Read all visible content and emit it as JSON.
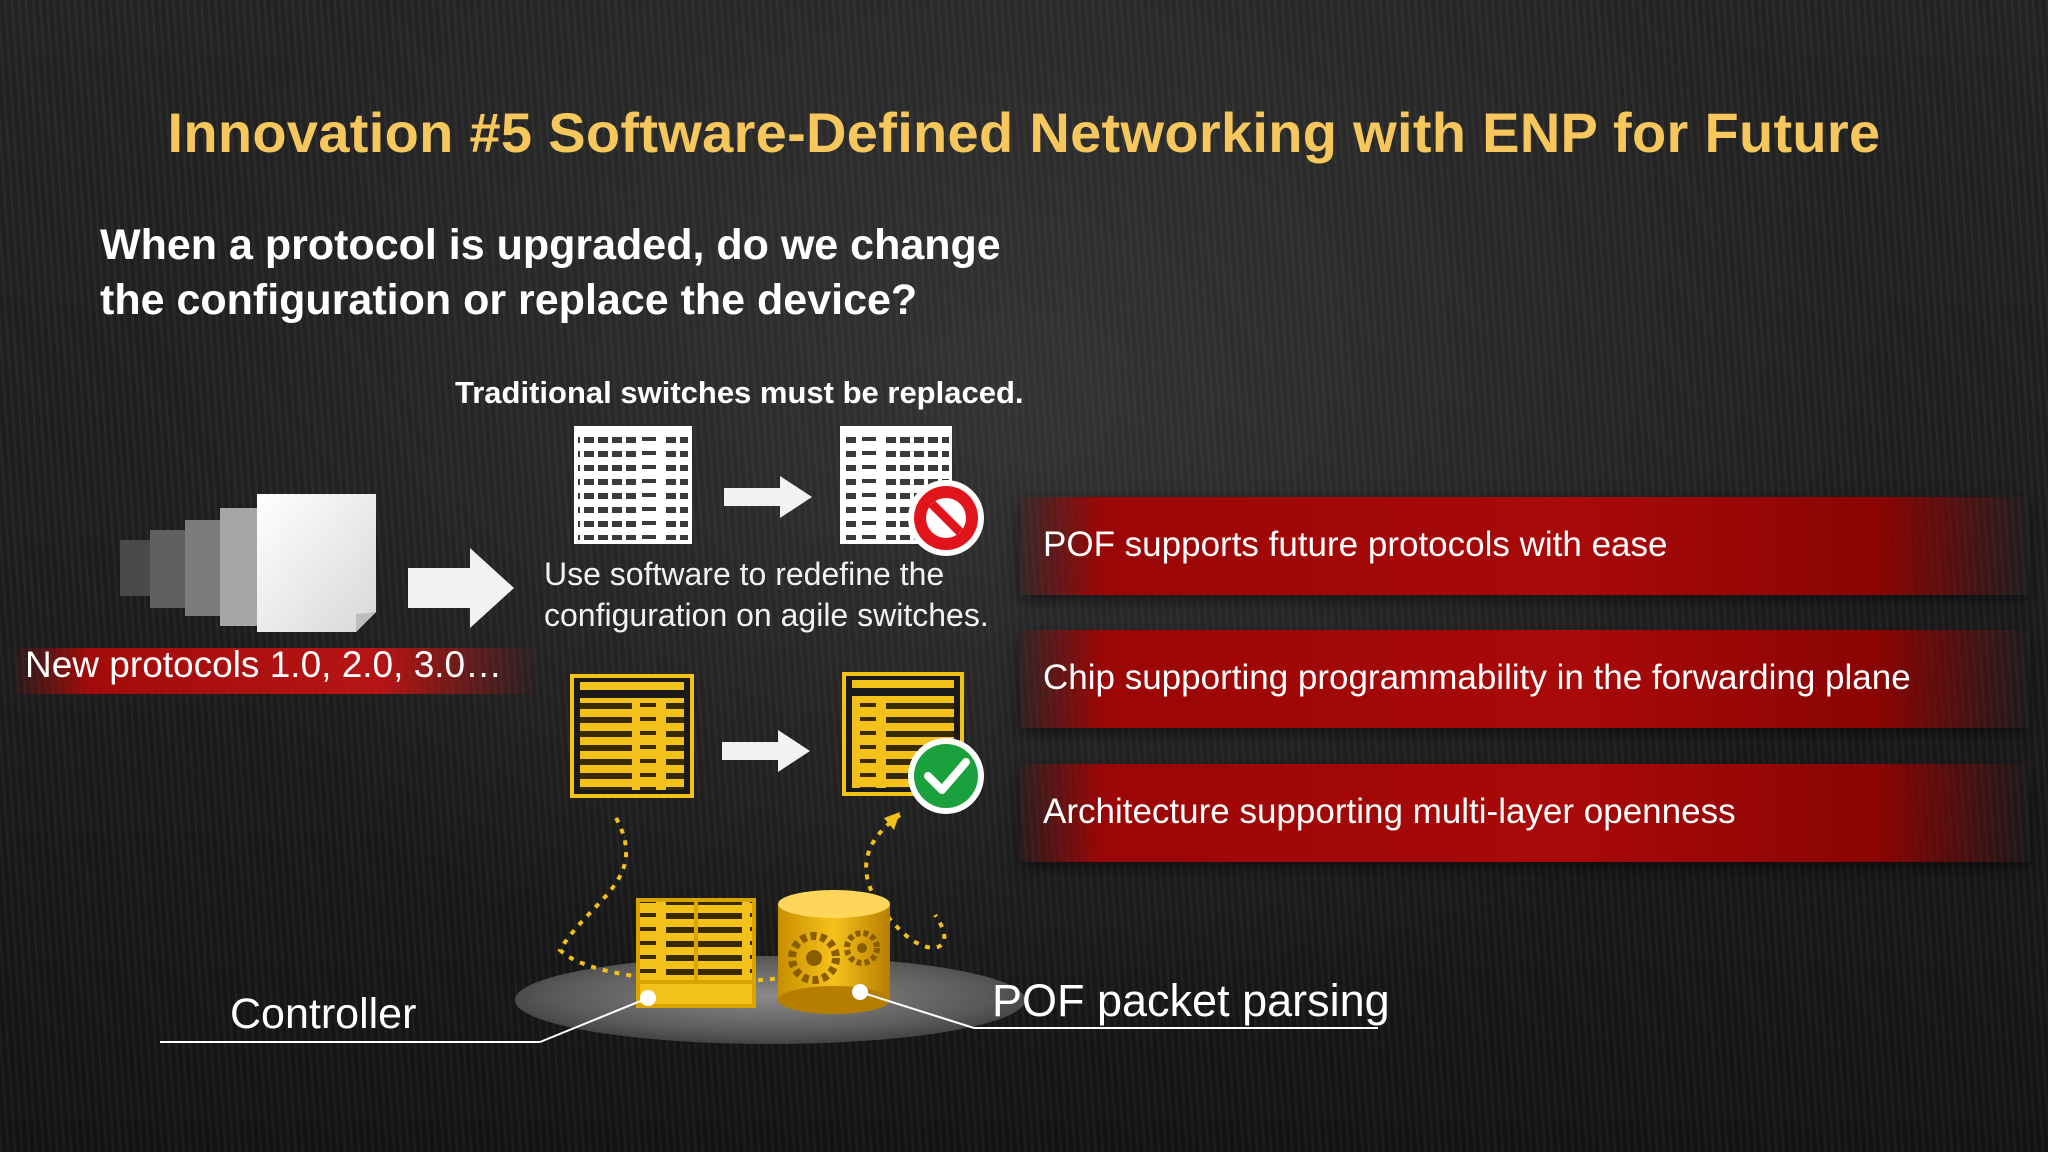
{
  "slide": {
    "title": "Innovation #5 Software-Defined Networking with ENP for Future",
    "question_line1": "When a protocol is upgraded, do we change",
    "question_line2": "the configuration or replace the device?",
    "traditional_label": "Traditional switches must be replaced.",
    "software_line1": "Use software to redefine the",
    "software_line2": "configuration on agile switches.",
    "protocols_label": "New protocols 1.0, 2.0, 3.0…",
    "controller_label": "Controller",
    "pof_parsing_label": "POF packet parsing"
  },
  "features": [
    {
      "text": "POF supports future protocols with ease"
    },
    {
      "text": "Chip supporting programmability in the forwarding plane"
    },
    {
      "text": "Architecture supporting multi-layer openness"
    }
  ],
  "icons": {
    "no_entry": "no-entry-icon",
    "check": "check-icon",
    "documents": "document-stack-icon",
    "arrow": "arrow-right-icon",
    "gears": "gear-icon"
  },
  "colors": {
    "title": "#f6c75c",
    "accent_red": "#a90909",
    "accent_yellow": "#f2c21a"
  }
}
